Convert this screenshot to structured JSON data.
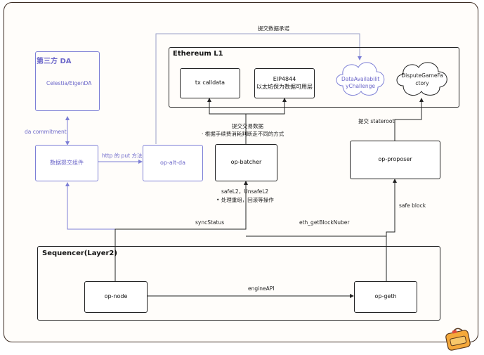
{
  "top_label": "提交数据承诺",
  "ethereum": {
    "title": "Ethereum L1"
  },
  "sequencer": {
    "title": "Sequencer(Layer2)"
  },
  "third_party_da": {
    "title": "第三方 DA",
    "provider": "Celestia/EigenDA"
  },
  "nodes": {
    "tx_calldata": "tx calldata",
    "eip4844_line1": "EIP4844",
    "eip4844_line2": "以太坊保为数据可用层",
    "data_availability_challenge": "DataAvailabilit\nyChallenge",
    "dispute_game_factory": "DisputeGameFa\nctory",
    "data_submit": "数据提交组件",
    "op_alt_da": "op-alt-da",
    "op_batcher": "op-batcher",
    "op_proposer": "op-proposer",
    "op_node": "op-node",
    "op_geth": "op-geth"
  },
  "edges": {
    "da_commitment": "da commitment",
    "http_put": "http 的 put 方法",
    "submit_tx_line1": "提交交易数据",
    "submit_tx_line2": "· 根据手续费消耗判断走不同的方式",
    "submit_stateroot": "提交 stateroot",
    "safe_l2": "safeL2，UnsafeL2",
    "safe_l2_note": "•  处理重组，回滚等操作",
    "sync_status": "syncStatus",
    "eth_get_block": "eth_getBlockNuber",
    "safe_block": "safe block",
    "engine_api": "engineAPI"
  },
  "colors": {
    "accent_purple": "#7d7fd6",
    "line_gray": "#9aa0c8",
    "frame_brown": "#3b2a20"
  },
  "icons": {
    "corner": "backpack-icon"
  }
}
